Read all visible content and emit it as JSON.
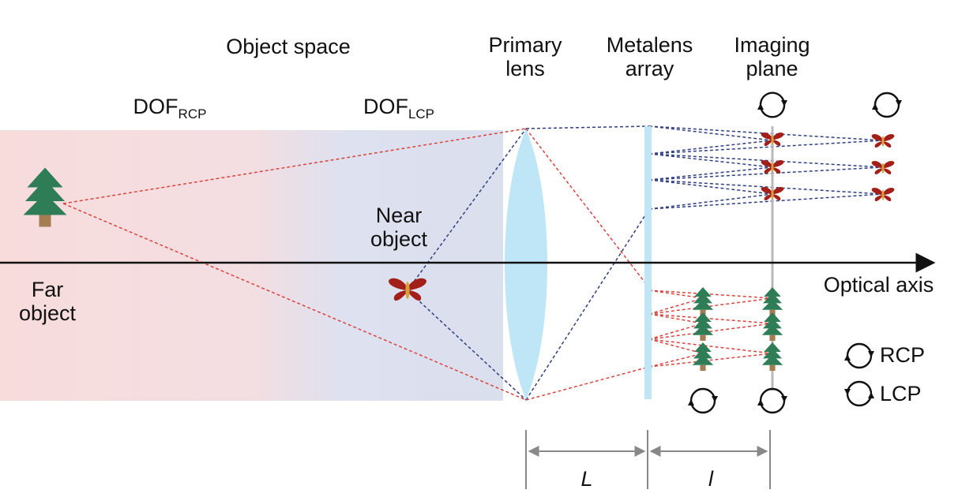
{
  "labels": {
    "object_space": "Object space",
    "dof_rcp_main": "DOF",
    "dof_rcp_sub": "RCP",
    "dof_lcp_main": "DOF",
    "dof_lcp_sub": "LCP",
    "primary_lens_l1": "Primary",
    "primary_lens_l2": "lens",
    "metalens_l1": "Metalens",
    "metalens_l2": "array",
    "imaging_l1": "Imaging",
    "imaging_l2": "plane",
    "near_l1": "Near",
    "near_l2": "object",
    "far_l1": "Far",
    "far_l2": "object",
    "optical_axis": "Optical axis",
    "legend_rcp": "RCP",
    "legend_lcp": "LCP",
    "dim_L": "L",
    "dim_l": "l"
  },
  "colors": {
    "rcp_region": "#f7dedd",
    "lcp_region": "#dde1ef",
    "lens": "#bfe6f7",
    "red_ray": "#d9443f",
    "blue_ray": "#2f3f80",
    "tree": "#2e7d56",
    "trunk": "#a67c52",
    "butterfly": "#a31f1a",
    "butterfly_body": "#d8a23a",
    "plane": "#b8b8b8",
    "dimension": "#888888"
  }
}
